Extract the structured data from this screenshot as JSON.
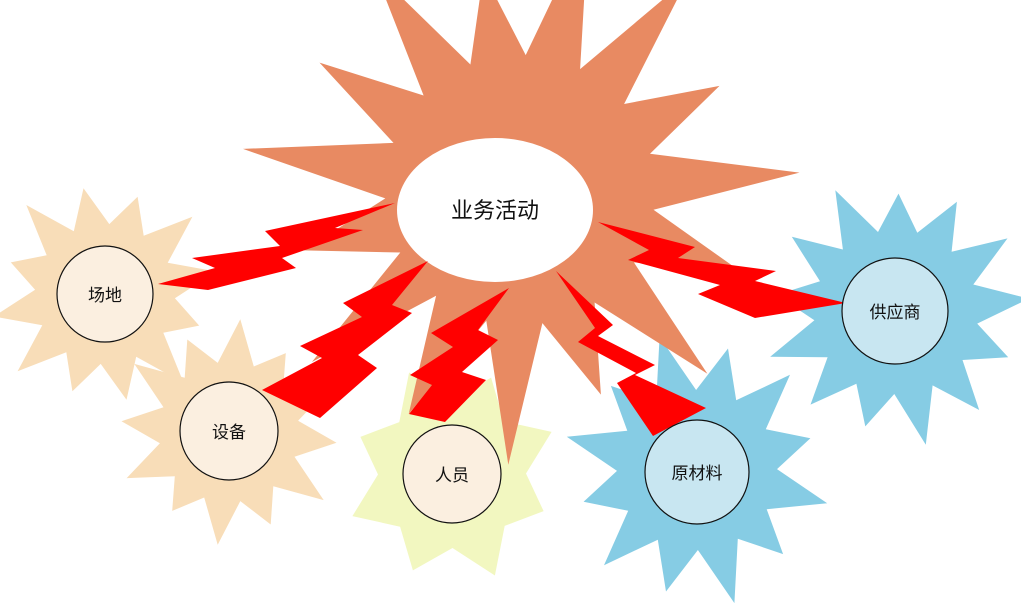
{
  "colors": {
    "central_burst": "#E88A62",
    "peach": "#F8DDB8",
    "yellow": "#F2F7C0",
    "blue_burst": "#86CCE4",
    "blue_circle": "#C8E6F1",
    "peach_circle": "#FBEFE0",
    "lightning": "#FF0000"
  },
  "central": {
    "label": "业务活动"
  },
  "nodes": [
    {
      "id": "site",
      "label": "场地",
      "burst_color": "peach",
      "circle_color": "peach_circle"
    },
    {
      "id": "equipment",
      "label": "设备",
      "burst_color": "peach",
      "circle_color": "peach_circle"
    },
    {
      "id": "personnel",
      "label": "人员",
      "burst_color": "yellow",
      "circle_color": "peach_circle"
    },
    {
      "id": "materials",
      "label": "原材料",
      "burst_color": "blue_burst",
      "circle_color": "blue_circle"
    },
    {
      "id": "supplier",
      "label": "供应商",
      "burst_color": "blue_burst",
      "circle_color": "blue_circle"
    }
  ]
}
